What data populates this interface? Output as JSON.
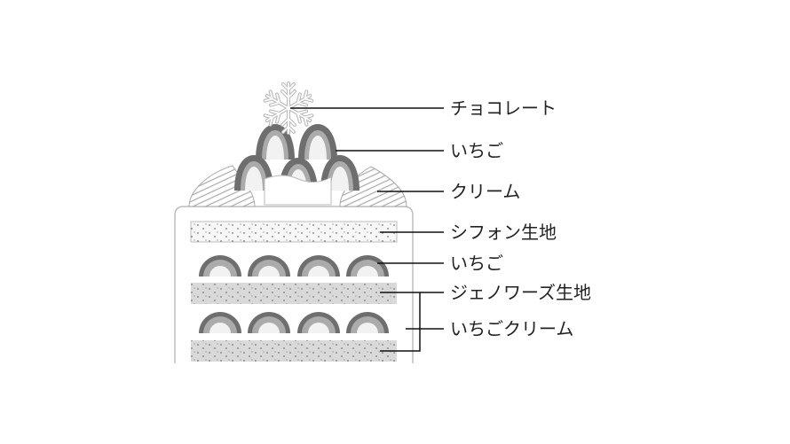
{
  "diagram": {
    "labels": {
      "chocolate": "チョコレート",
      "strawberry_top": "いちご",
      "cream": "クリーム",
      "chiffon": "シフォン生地",
      "strawberry_layer": "いちご",
      "genoise": "ジェノワーズ生地",
      "strawberry_cream": "いちごクリーム"
    },
    "colors": {
      "strawberry_outer": "#6e6e6e",
      "strawberry_mid": "#ababab",
      "strawberry_inner": "#f2f2f2",
      "genoise": "#d9d9d9",
      "chiffon": "#f7f7f7",
      "outline": "#bdbdbd",
      "leader": "#111111"
    }
  }
}
